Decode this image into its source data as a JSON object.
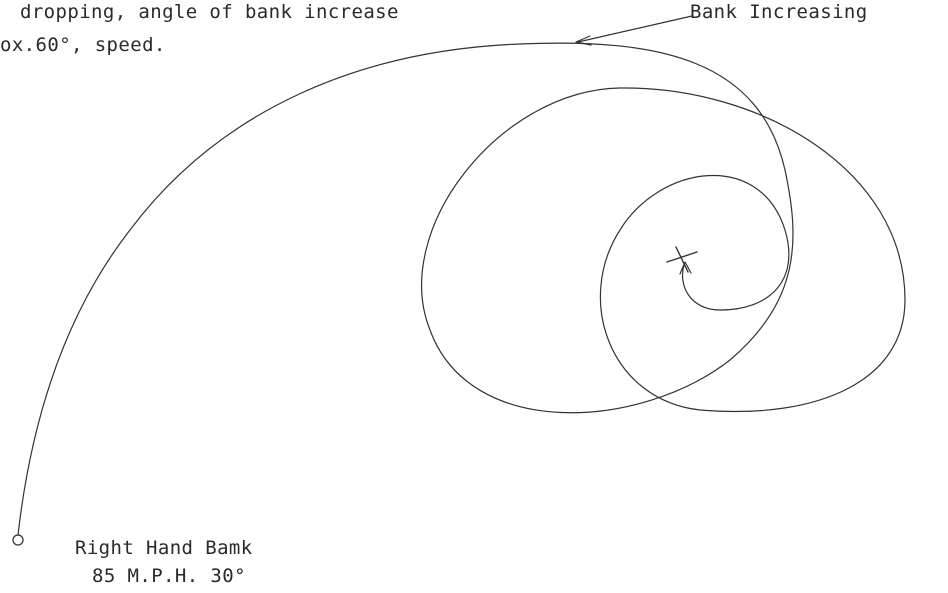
{
  "notes": {
    "top_line1": "dropping, angle of bank increase",
    "top_line2": "ox.60°, speed."
  },
  "labels": {
    "bank_increasing": "Bank Increasing",
    "start_line1": "Right Hand Bamk",
    "start_line2": "85 M.P.H. 30°"
  },
  "colors": {
    "ink": "#333333",
    "paper": "#ffffff"
  }
}
